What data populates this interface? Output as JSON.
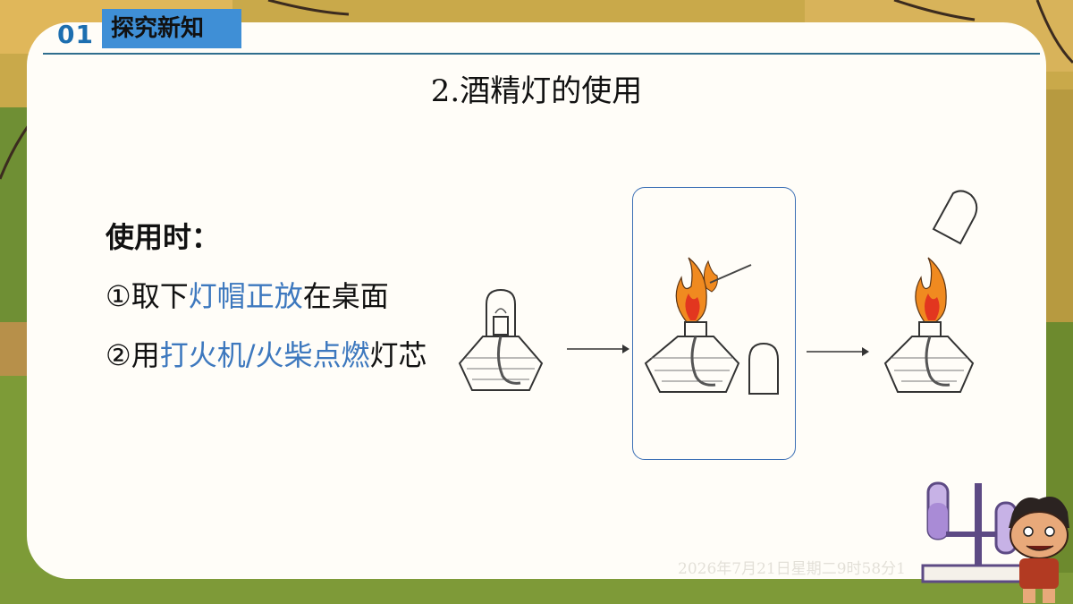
{
  "header": {
    "section_number": "01",
    "section_title": "探究新知"
  },
  "slide": {
    "title": "2.酒精灯的使用"
  },
  "content": {
    "heading": "使用时：",
    "step1_prefix": "①取下",
    "step1_highlight": "灯帽正放",
    "step1_suffix": "在桌面",
    "step2_prefix": "②用",
    "step2_highlight": "打火机/火柴点燃",
    "step2_suffix": "灯芯"
  },
  "footer": {
    "timestamp": "2026年7月21日星期二9时58分1"
  },
  "colors": {
    "accent": "#3f8fd6",
    "highlight_text": "#3d78be",
    "rule": "#2f6e8e",
    "flame_outer": "#f08a20",
    "flame_inner": "#e2361f"
  },
  "icons": {
    "lamp_capped": "alcohol-lamp-capped-icon",
    "lamp_lighting": "alcohol-lamp-lighting-icon",
    "lamp_lit": "alcohol-lamp-lit-icon",
    "cap": "lamp-cap-icon",
    "match": "match-icon",
    "arrow": "right-arrow-icon",
    "mascot": "cartoon-mascot-icon",
    "test_tubes": "test-tube-rack-icon"
  }
}
